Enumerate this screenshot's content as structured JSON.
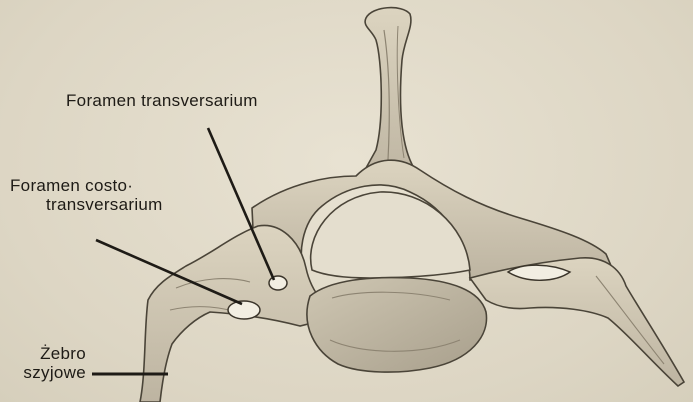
{
  "labels": {
    "foramen_transversarium": "Foramen transversarium",
    "foramen_costotransversarium_line1": "Foramen costo·",
    "foramen_costotransversarium_line2": "transversarium",
    "zebro_line1": "Żebro",
    "zebro_line2": "szyjowe"
  },
  "colors": {
    "background": "#e2dccb",
    "bone_light": "#d8d0bc",
    "bone_shade": "#9c9382",
    "ink": "#1e1b16"
  }
}
